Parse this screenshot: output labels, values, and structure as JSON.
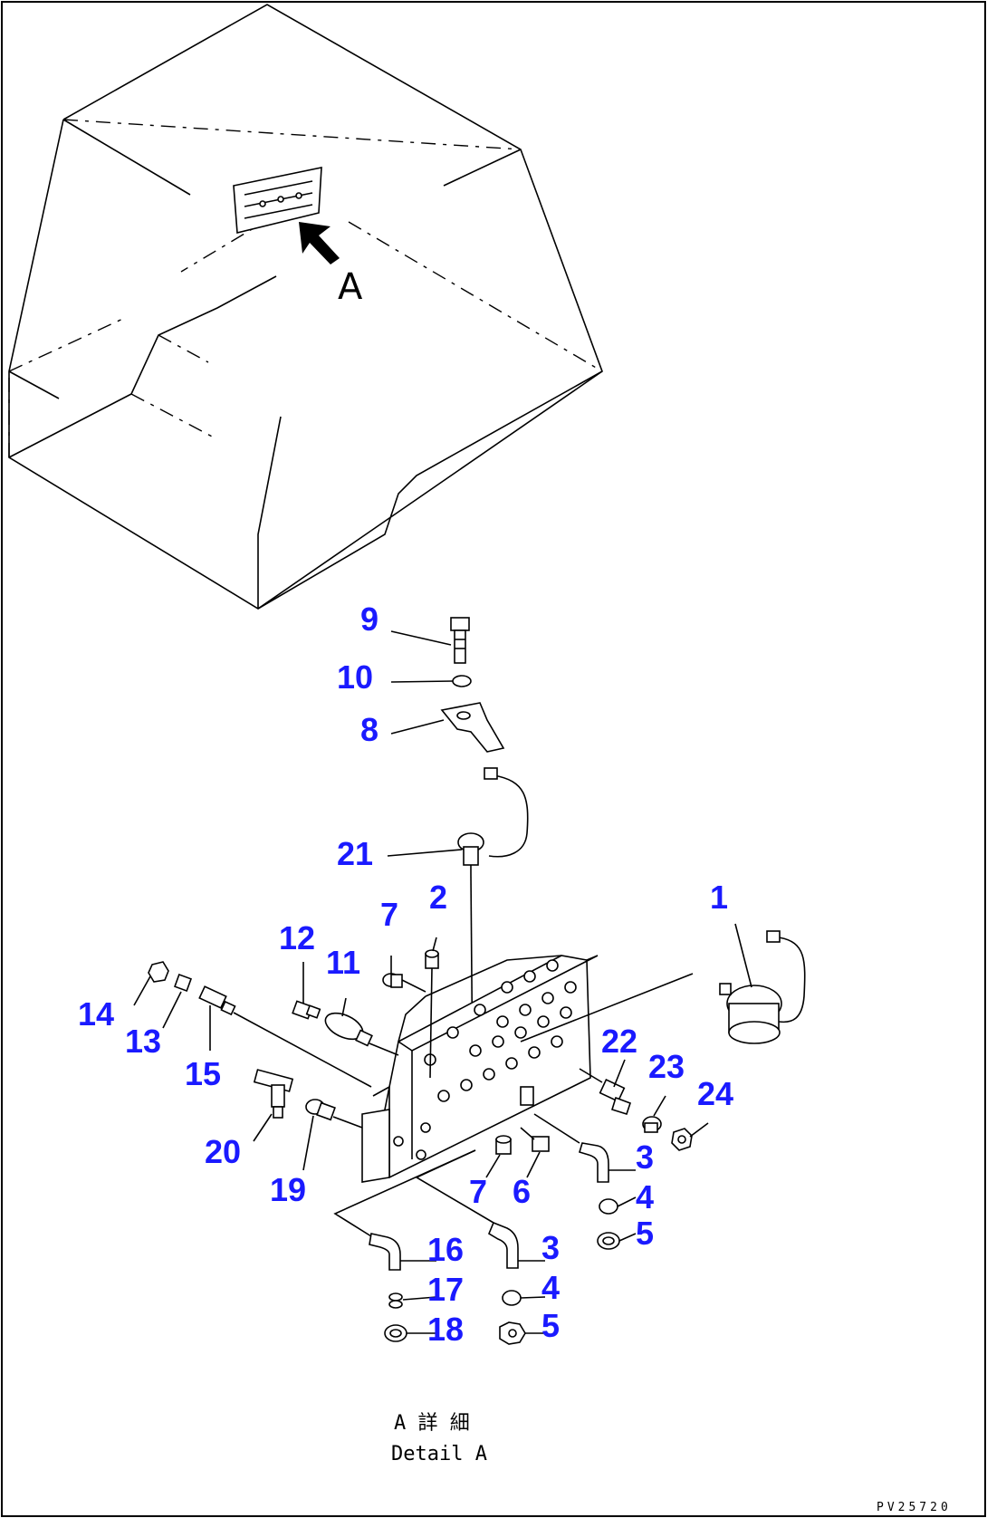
{
  "detail_letter": "A",
  "caption": {
    "line1": "A 詳 細",
    "line2": "Detail A"
  },
  "drawing_code": "PV25720",
  "callout_color": "#1a1aff",
  "callouts": [
    {
      "id": "c9",
      "text": "9"
    },
    {
      "id": "c10",
      "text": "10"
    },
    {
      "id": "c8",
      "text": "8"
    },
    {
      "id": "c21",
      "text": "21"
    },
    {
      "id": "c1",
      "text": "1"
    },
    {
      "id": "c7a",
      "text": "7"
    },
    {
      "id": "c2",
      "text": "2"
    },
    {
      "id": "c12",
      "text": "12"
    },
    {
      "id": "c11",
      "text": "11"
    },
    {
      "id": "c14",
      "text": "14"
    },
    {
      "id": "c13",
      "text": "13"
    },
    {
      "id": "c15",
      "text": "15"
    },
    {
      "id": "c22",
      "text": "22"
    },
    {
      "id": "c23",
      "text": "23"
    },
    {
      "id": "c24",
      "text": "24"
    },
    {
      "id": "c20",
      "text": "20"
    },
    {
      "id": "c19",
      "text": "19"
    },
    {
      "id": "c3a",
      "text": "3"
    },
    {
      "id": "c7b",
      "text": "7"
    },
    {
      "id": "c6",
      "text": "6"
    },
    {
      "id": "c4a",
      "text": "4"
    },
    {
      "id": "c5a",
      "text": "5"
    },
    {
      "id": "c16",
      "text": "16"
    },
    {
      "id": "c3b",
      "text": "3"
    },
    {
      "id": "c17",
      "text": "17"
    },
    {
      "id": "c4b",
      "text": "4"
    },
    {
      "id": "c18",
      "text": "18"
    },
    {
      "id": "c5b",
      "text": "5"
    }
  ]
}
